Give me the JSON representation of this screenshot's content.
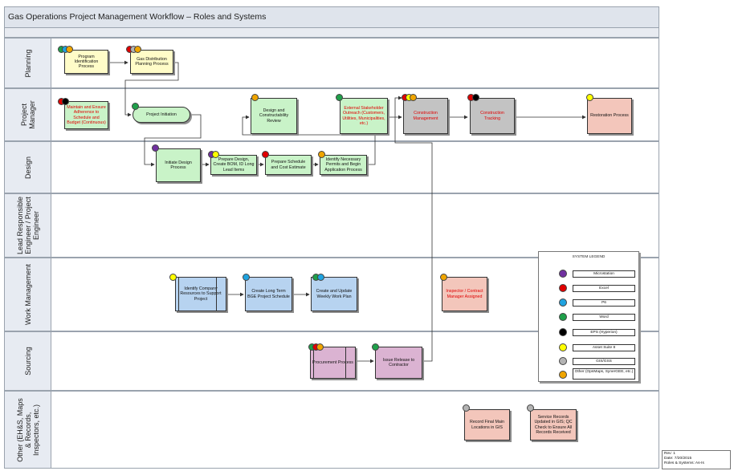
{
  "title": "Gas Operations Project Management Workflow – Roles and Systems",
  "colors": {
    "microstation": "#7030a0",
    "excel": "#e00000",
    "p6": "#1fa3e0",
    "word": "#1fa04a",
    "eps": "#000000",
    "asset_suite": "#ffff00",
    "gis": "#b3b3b3",
    "other": "#f0a500"
  },
  "lanes": [
    {
      "label": "Planning"
    },
    {
      "label": "Project\nManager"
    },
    {
      "label": "Design"
    },
    {
      "label": "Lead Responsible\nEngineer / Project\nEngineer"
    },
    {
      "label": "Work Management"
    },
    {
      "label": "Sourcing"
    },
    {
      "label": "Other (EH&S, Maps\n& Records,\nInspectors, etc.)"
    }
  ],
  "nodes": {
    "program_identification": "Program Identification Process",
    "gas_distribution_planning": "Gas Distribution Planning Process",
    "maintain_adherence": "Maintain and Ensure Adherence to Schedule and Budget (Continuous)",
    "project_initiation": "Project Initiation",
    "design_constructability": "Design and Constructability Review",
    "external_stakeholder": "External Stakeholder Outreach (Customers, Utilities, Municipalities, etc.)",
    "construction_management": "Construction Management",
    "construction_tracking": "Construction Tracking",
    "restoration_process": "Restoration Process",
    "initiate_design": "Initiate Design Process",
    "prepare_design_bom": "Prepare Design, Create BOM, ID Long Lead Items",
    "prepare_schedule": "Prepare Schedule and Cost Estimate",
    "identify_permits": "Identify Necessary Permits and Begin Application Process",
    "identify_resources": "Identify Company Resources to Support Project",
    "create_bge_schedule": "Create Long Term BGE Project Schedule",
    "weekly_work_plan": "Create and Update Weekly Work Plan",
    "inspector_contract_manager": "Inspector / Contract Manager Assigned",
    "procurement": "Procurement Process",
    "issue_release": "Issue Release to Contractor",
    "record_final_main": "Record Final Main Locations in GIS",
    "service_records": "Service Records Updated in GIS; QC Check to Ensure All Records Received"
  },
  "legend": {
    "title": "SYSTEM LEGEND",
    "items": [
      {
        "label": "Microstation",
        "color": "#7030a0"
      },
      {
        "label": "Excel",
        "color": "#e00000"
      },
      {
        "label": "P6",
        "color": "#1fa3e0"
      },
      {
        "label": "Word",
        "color": "#1fa04a"
      },
      {
        "label": "EPS (Hyperion)",
        "color": "#000000"
      },
      {
        "label": "Asset Suite 8",
        "color": "#ffff00"
      },
      {
        "label": "GIS/GSS",
        "color": "#b3b3b3"
      },
      {
        "label": "Other (OpsMaps, SynerGEE, etc.)",
        "color": "#f0a500"
      }
    ]
  },
  "revision": {
    "rev": "Rev: 1",
    "date": "Date: 7/20/2015",
    "subtitle": "Roles & Systems: As-Is"
  }
}
